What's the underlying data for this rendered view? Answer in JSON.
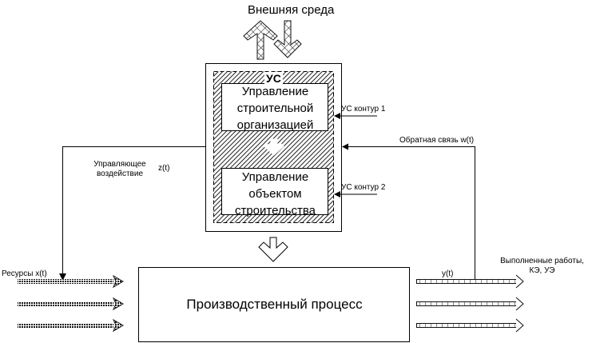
{
  "diagram": {
    "environment_label": "Внешняя среда",
    "control_system": {
      "label": "УС",
      "upper_block": [
        "Управление",
        "строительной",
        "организацией"
      ],
      "lower_block": [
        "Управление",
        "объектом",
        "строительства"
      ],
      "contour_1_label": "УС контур 1",
      "contour_2_label": "УС контур 2"
    },
    "control_action": {
      "label_lines": [
        "Управляющее",
        "воздействие"
      ],
      "symbol": "z(t)"
    },
    "feedback": {
      "label": "Обратная связь w(t)"
    },
    "resources": {
      "label": "Ресурсы x(t)",
      "arrow_count": 3
    },
    "process": {
      "label": "Производственный процесс"
    },
    "output": {
      "symbol": "y(t)",
      "label_lines": [
        "Выполненные работы,",
        "КЭ, УЭ"
      ],
      "arrow_count": 3
    },
    "colors": {
      "line": "#000000",
      "hatch": "#333333",
      "background": "#ffffff"
    }
  }
}
